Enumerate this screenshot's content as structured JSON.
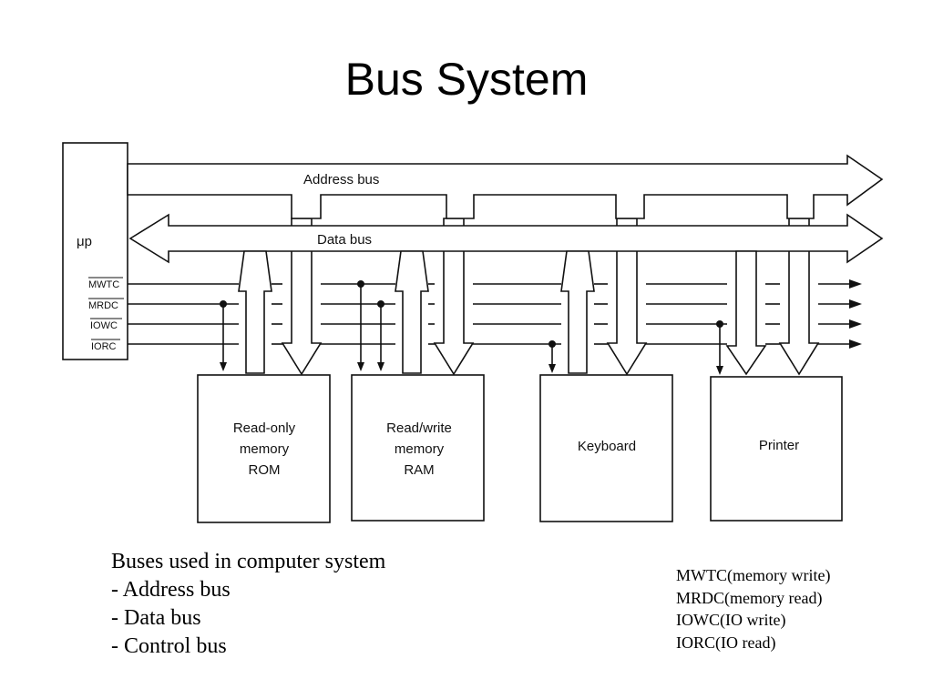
{
  "slide": {
    "title": "Bus System"
  },
  "diagram": {
    "processor_label": "μp",
    "address_bus_label": "Address bus",
    "data_bus_label": "Data bus",
    "control_signals": [
      "MWTC",
      "MRDC",
      "IOWC",
      "IORC"
    ],
    "devices": [
      {
        "lines": [
          "Read-only",
          "memory",
          "ROM"
        ]
      },
      {
        "lines": [
          "Read/write",
          "memory",
          "RAM"
        ]
      },
      {
        "lines": [
          "Keyboard"
        ]
      },
      {
        "lines": [
          "Printer"
        ]
      }
    ]
  },
  "notes": {
    "buses": {
      "heading": "Buses used in computer system",
      "items": [
        "- Address bus",
        "- Data bus",
        "- Control bus"
      ]
    },
    "signals": [
      "MWTC(memory write)",
      "MRDC(memory read)",
      "IOWC(IO write)",
      "IORC(IO read)"
    ]
  }
}
